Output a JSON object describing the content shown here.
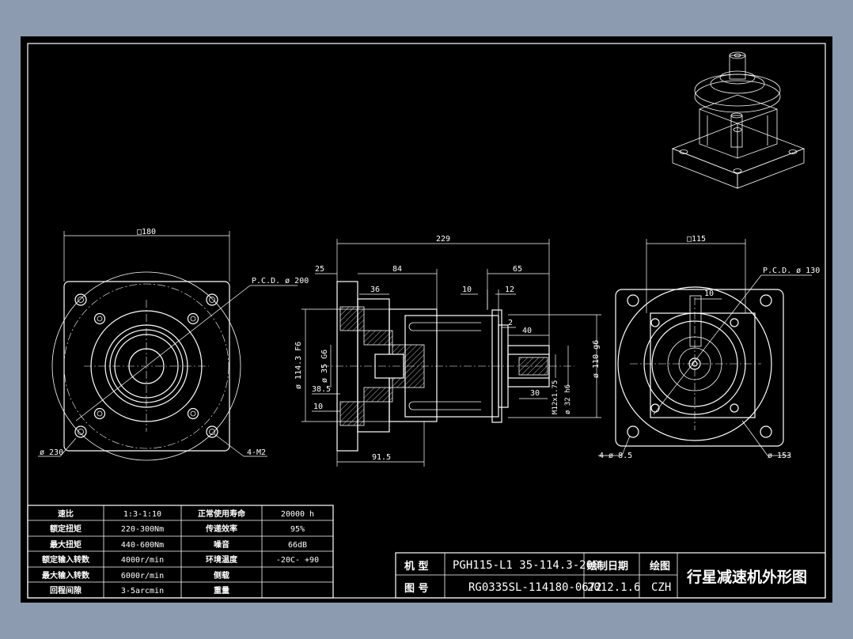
{
  "colors": {
    "app_background": "#8d9bb0",
    "viewport_background": "#000000",
    "line_color": "#ffffff"
  },
  "drawing": {
    "front_view": {
      "square_dim": "□180",
      "pcd_label": "P.C.D. ø 200",
      "outer_dia": "ø 230",
      "hole_label": "4-M2"
    },
    "side_view": {
      "overall_length": "229",
      "flange_thickness": "25",
      "body_length": "84",
      "output_length": "65",
      "key_offset": "10",
      "key_len": "12",
      "d36": "36",
      "d2": "2",
      "d40": "40",
      "d30": "30",
      "d385": "38.5",
      "d10b": "10",
      "d915": "91.5",
      "dia_1143": "ø 114.3  F6",
      "dia_35": "ø 35 G6",
      "dia_110": "ø 110  g6",
      "dia_32": "ø 32 h6",
      "thread": "M12x1.75"
    },
    "right_view": {
      "square_dim": "□115",
      "pcd_label": "P.C.D.  ø 130",
      "key_dim": "10",
      "hole_label": "4-ø 8.5",
      "outer_dia": "ø 153"
    }
  },
  "spec_table": {
    "rows": [
      {
        "k1": "速比",
        "v1": "1:3-1:10",
        "k2": "正常使用寿命",
        "v2": "20000  h"
      },
      {
        "k1": "额定扭矩",
        "v1": "220-300Nm",
        "k2": "传递效率",
        "v2": "95%"
      },
      {
        "k1": "最大扭矩",
        "v1": "440-600Nm",
        "k2": "噪音",
        "v2": "66dB"
      },
      {
        "k1": "额定输入转数",
        "v1": "4000r/min",
        "k2": "环境温度",
        "v2": "-20C- +90"
      },
      {
        "k1": "最大输入转数",
        "v1": "6000r/min",
        "k2": "侧载",
        "v2": ""
      },
      {
        "k1": "回程间隙",
        "v1": "3-5arcmin",
        "k2": "重量",
        "v2": ""
      }
    ]
  },
  "title_block": {
    "model_label": "机  型",
    "model_value": "PGH115-L1  35-114.3-200",
    "drawing_no_label": "图  号",
    "drawing_no_value": "RG0335SL-114180-0672",
    "date_label": "绘制日期",
    "date_value": "2012.1.6",
    "drafter_label": "绘图",
    "drafter_value": "CZH",
    "title": "行星减速机外形图"
  }
}
